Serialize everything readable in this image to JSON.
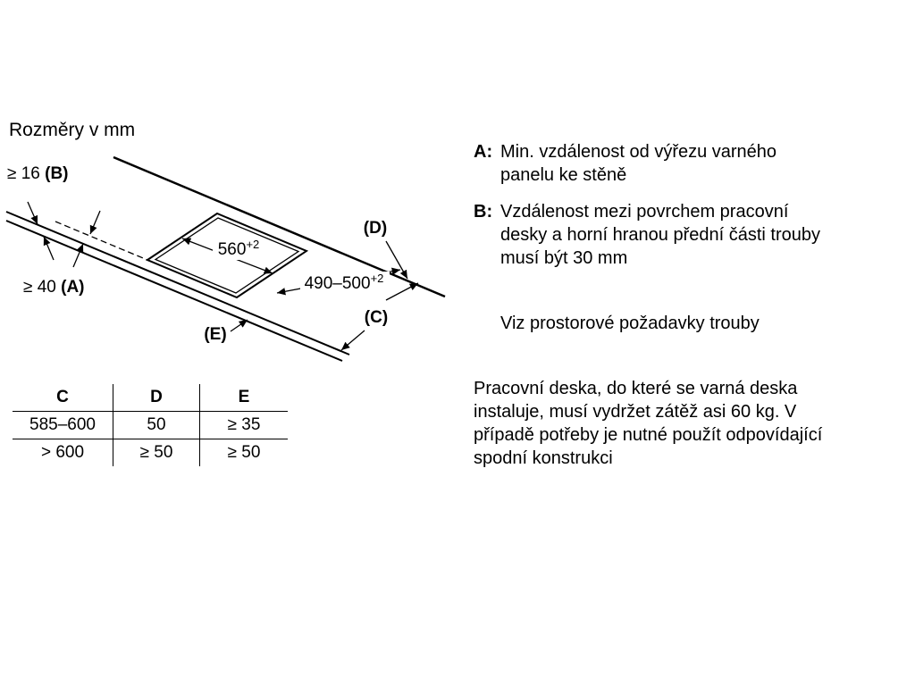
{
  "page": {
    "title": "Rozměry v mm"
  },
  "diagram": {
    "b_value": "≥ 16 ",
    "b_key": "(B)",
    "a_value": "≥ 40 ",
    "a_key": "(A)",
    "width_value": "560",
    "width_tolerance": "+2",
    "depth_value": "490–500",
    "depth_tolerance": "+2",
    "d_key": "(D)",
    "c_key": "(C)",
    "e_key": "(E)"
  },
  "table": {
    "headers": [
      "C",
      "D",
      "E"
    ],
    "rows": [
      [
        "585–600",
        "50",
        "≥ 35"
      ],
      [
        "> 600",
        "≥ 50",
        "≥ 50"
      ]
    ]
  },
  "notes": [
    {
      "key": "A:",
      "text": "Min. vzdálenost od výřezu varného panelu ke stěně"
    },
    {
      "key": "B:",
      "text": "Vzdálenost mezi povrchem pracovní desky a horní hranou přední části trouby musí být 30 mm"
    }
  ],
  "see_reference": "Viz prostorové požadavky trouby",
  "load_note": "Pracovní deska, do které se varná deska instaluje, musí vydržet zátěž asi 60 kg. V případě potřeby je nutné použít odpovídající spodní konstrukci"
}
